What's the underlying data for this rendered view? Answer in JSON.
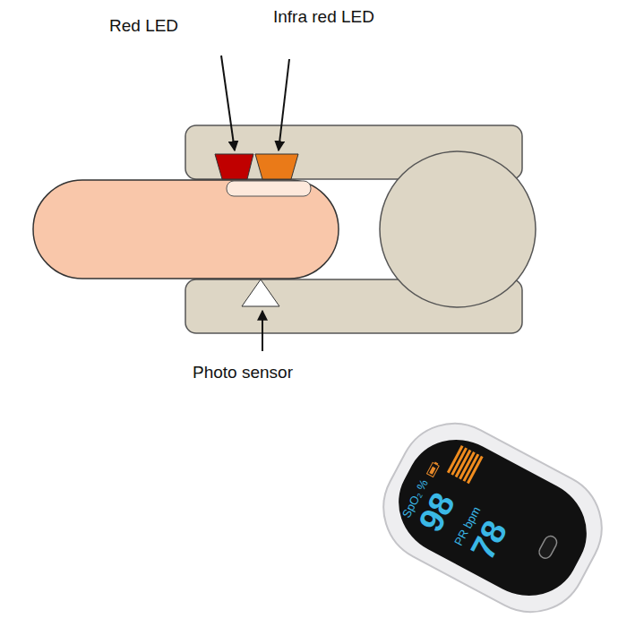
{
  "diagram": {
    "nodes": [
      {
        "text": [
          "SpO₂ %",
          "98",
          "PR bpm",
          "78"
        ]
      }
    ],
    "labels": [
      "Red LED",
      "Infra red LED",
      "Photo sensor"
    ]
  }
}
